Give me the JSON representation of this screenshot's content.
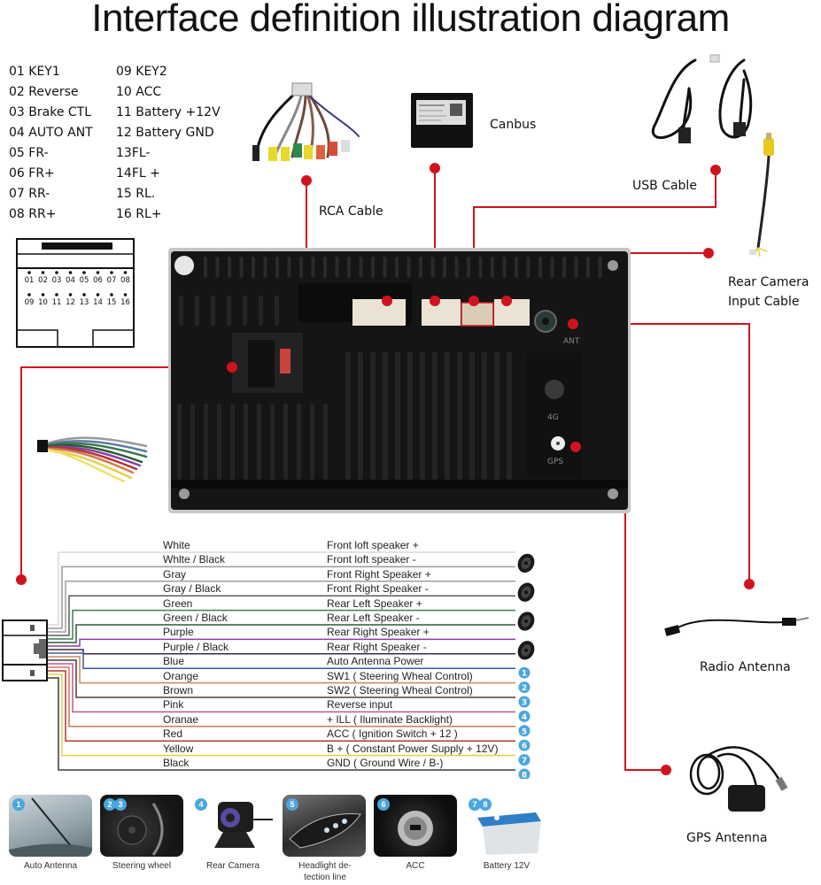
{
  "title": "Interface definition illustration diagram",
  "pin_definitions": {
    "left_column": [
      "01 KEY1",
      "02 Reverse",
      "03 Brake CTL",
      "04 AUTO ANT",
      "05 FR-",
      "06 FR+",
      "07 RR-",
      "08 RR+"
    ],
    "right_column": [
      "09 KEY2",
      "10 ACC",
      "11 Battery +12V",
      "12 Battery GND",
      "13FL-",
      "14FL +",
      "15 RL.",
      "16 RL+"
    ]
  },
  "connector_pinout": {
    "row1": [
      "01",
      "02",
      "03",
      "04",
      "05",
      "06",
      "07",
      "08"
    ],
    "row2": [
      "09",
      "10",
      "11",
      "12",
      "13",
      "14",
      "15",
      "16"
    ]
  },
  "accessories": {
    "rca_cable": "RCA Cable",
    "canbus": "Canbus",
    "usb_cable": "USB Cable",
    "rear_camera_input": [
      "Rear Camera",
      "Input Cable"
    ],
    "radio_antenna": "Radio Antenna",
    "gps_antenna": "GPS Antenna"
  },
  "head_unit_ports": {
    "ant_label": "ANT",
    "4g_label": "4G",
    "gps_label": "GPS"
  },
  "wiring": [
    {
      "color_name": "White",
      "function": "Front loft speaker  +",
      "wire_hex": "#d9d9d9",
      "end": "speaker"
    },
    {
      "color_name": "Whlte / Black",
      "function": "Front loft speaker  -",
      "wire_hex": "#9a9a9a",
      "end": "speaker"
    },
    {
      "color_name": "Gray",
      "function": "Front Right Speaker +",
      "wire_hex": "#9e9e9e",
      "end": "speaker"
    },
    {
      "color_name": "Gray / Black",
      "function": "Front Right Speaker -",
      "wire_hex": "#5c5c5c",
      "end": "speaker"
    },
    {
      "color_name": "Green",
      "function": "Rear Left Speaker +",
      "wire_hex": "#3f7f55",
      "end": "speaker"
    },
    {
      "color_name": "Green / Black",
      "function": "Rear Left Speaker -",
      "wire_hex": "#2f5a3f",
      "end": "speaker"
    },
    {
      "color_name": "Purple",
      "function": "Rear Right Speaker +",
      "wire_hex": "#8a3fa3",
      "end": "speaker"
    },
    {
      "color_name": "Purple / Black",
      "function": "Rear Right Speaker -",
      "wire_hex": "#3b2a4a",
      "end": "speaker"
    },
    {
      "color_name": "Blue",
      "function": "Auto Antenna Power",
      "wire_hex": "#3a5aa8",
      "end": "1"
    },
    {
      "color_name": "Orange",
      "function": "SW1 ( Steering Wheal Control)",
      "wire_hex": "#c98a5a",
      "end": "2"
    },
    {
      "color_name": "Brown",
      "function": "SW2 ( Steering Wheal Control)",
      "wire_hex": "#4a4038",
      "end": "3"
    },
    {
      "color_name": "Pink",
      "function": "Reverse input",
      "wire_hex": "#c0569a",
      "end": "4"
    },
    {
      "color_name": "Oranae",
      "function": "+ ILL ( Iluminate Backlight)",
      "wire_hex": "#d07a50",
      "end": "5"
    },
    {
      "color_name": "Red",
      "function": "ACC ( Ignition Switch + 12 )",
      "wire_hex": "#b3362f",
      "end": "6"
    },
    {
      "color_name": "Yellow",
      "function": "B + ( Constant Power Supply + 12V)",
      "wire_hex": "#e3cf4a",
      "end": "7"
    },
    {
      "color_name": "Black",
      "function": "GND ( Ground Wire / B-)",
      "wire_hex": "#3a3a3a",
      "end": "8"
    }
  ],
  "thumbnails": [
    {
      "badges": [
        "1"
      ],
      "caption": "Auto Antenna"
    },
    {
      "badges": [
        "2",
        "3"
      ],
      "caption": "Steering wheel"
    },
    {
      "badges": [
        "4"
      ],
      "caption": "Rear Camera"
    },
    {
      "badges": [
        "5"
      ],
      "caption": "Headlight de-tection line"
    },
    {
      "badges": [
        "6"
      ],
      "caption": "ACC"
    },
    {
      "badges": [
        "7",
        "8"
      ],
      "caption": "Battery 12V"
    }
  ],
  "colors": {
    "callout_red": "#d0141e",
    "badge_blue": "#4aa6de",
    "unit_black": "#141414"
  }
}
